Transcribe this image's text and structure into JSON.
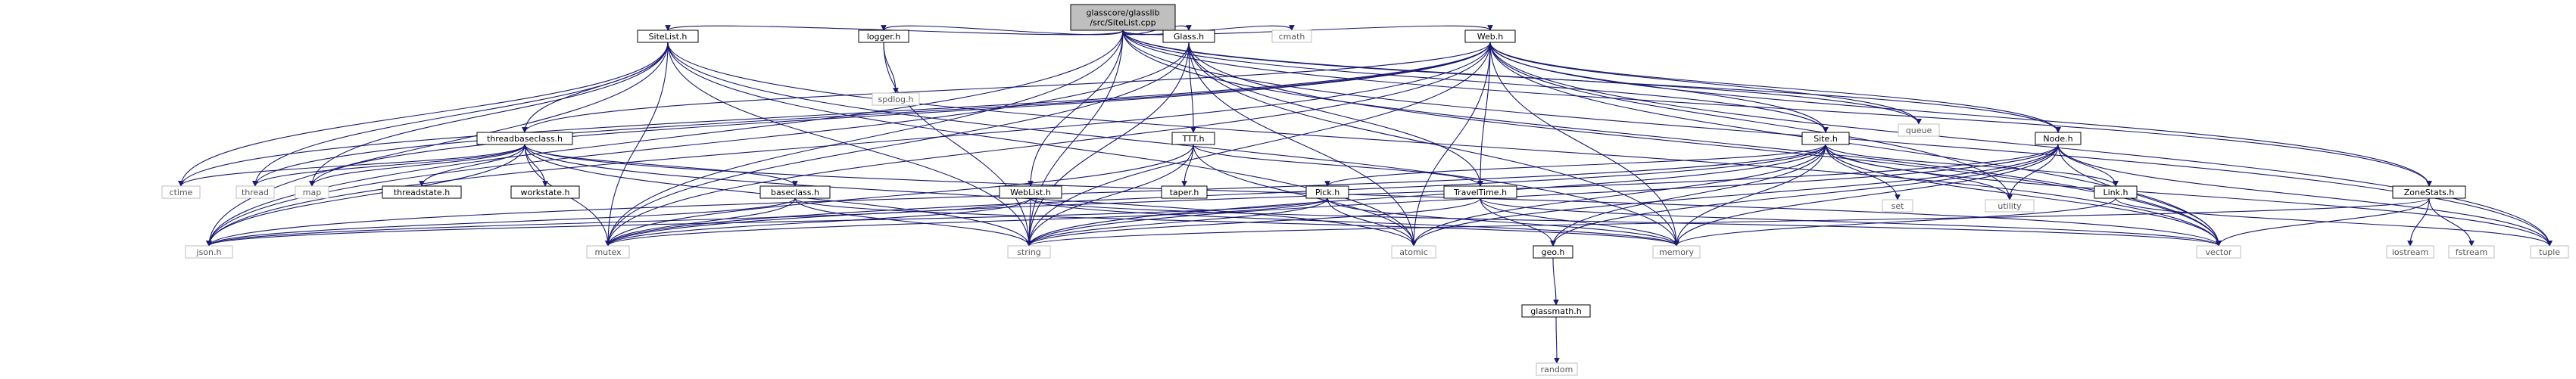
{
  "diagram": {
    "type": "include-dependency-graph",
    "nodes": [
      {
        "id": "root",
        "lines": [
          "glasscore/glasslib",
          "/src/SiteList.cpp"
        ],
        "kind": "root"
      },
      {
        "id": "sitelist_h",
        "lines": [
          "SiteList.h"
        ],
        "kind": "local"
      },
      {
        "id": "logger_h",
        "lines": [
          "logger.h"
        ],
        "kind": "local"
      },
      {
        "id": "glass_h",
        "lines": [
          "Glass.h"
        ],
        "kind": "local"
      },
      {
        "id": "cmath",
        "lines": [
          "cmath"
        ],
        "kind": "system"
      },
      {
        "id": "web_h",
        "lines": [
          "Web.h"
        ],
        "kind": "local"
      },
      {
        "id": "spdlog_h",
        "lines": [
          "spdlog.h"
        ],
        "kind": "system"
      },
      {
        "id": "threadbaseclass_h",
        "lines": [
          "threadbaseclass.h"
        ],
        "kind": "local"
      },
      {
        "id": "ttt_h",
        "lines": [
          "TTT.h"
        ],
        "kind": "local"
      },
      {
        "id": "queue",
        "lines": [
          "queue"
        ],
        "kind": "system"
      },
      {
        "id": "site_h",
        "lines": [
          "Site.h"
        ],
        "kind": "local"
      },
      {
        "id": "node_h",
        "lines": [
          "Node.h"
        ],
        "kind": "local"
      },
      {
        "id": "ctime",
        "lines": [
          "ctime"
        ],
        "kind": "system"
      },
      {
        "id": "thread",
        "lines": [
          "thread"
        ],
        "kind": "system"
      },
      {
        "id": "map",
        "lines": [
          "map"
        ],
        "kind": "system"
      },
      {
        "id": "threadstate_h",
        "lines": [
          "threadstate.h"
        ],
        "kind": "local"
      },
      {
        "id": "workstate_h",
        "lines": [
          "workstate.h"
        ],
        "kind": "local"
      },
      {
        "id": "baseclass_h",
        "lines": [
          "baseclass.h"
        ],
        "kind": "local"
      },
      {
        "id": "weblist_h",
        "lines": [
          "WebList.h"
        ],
        "kind": "local"
      },
      {
        "id": "taper_h",
        "lines": [
          "taper.h"
        ],
        "kind": "local"
      },
      {
        "id": "pick_h",
        "lines": [
          "Pick.h"
        ],
        "kind": "local"
      },
      {
        "id": "traveltime_h",
        "lines": [
          "TravelTime.h"
        ],
        "kind": "local"
      },
      {
        "id": "set",
        "lines": [
          "set"
        ],
        "kind": "system"
      },
      {
        "id": "utility",
        "lines": [
          "utility"
        ],
        "kind": "system"
      },
      {
        "id": "link_h",
        "lines": [
          "Link.h"
        ],
        "kind": "local"
      },
      {
        "id": "zonestats_h",
        "lines": [
          "ZoneStats.h"
        ],
        "kind": "local"
      },
      {
        "id": "json_h",
        "lines": [
          "json.h"
        ],
        "kind": "system"
      },
      {
        "id": "mutex",
        "lines": [
          "mutex"
        ],
        "kind": "system"
      },
      {
        "id": "string",
        "lines": [
          "string"
        ],
        "kind": "system"
      },
      {
        "id": "atomic",
        "lines": [
          "atomic"
        ],
        "kind": "system"
      },
      {
        "id": "geo_h",
        "lines": [
          "geo.h"
        ],
        "kind": "local"
      },
      {
        "id": "memory",
        "lines": [
          "memory"
        ],
        "kind": "system"
      },
      {
        "id": "vector",
        "lines": [
          "vector"
        ],
        "kind": "system"
      },
      {
        "id": "iostream",
        "lines": [
          "iostream"
        ],
        "kind": "system"
      },
      {
        "id": "fstream",
        "lines": [
          "fstream"
        ],
        "kind": "system"
      },
      {
        "id": "tuple",
        "lines": [
          "tuple"
        ],
        "kind": "system"
      },
      {
        "id": "glassmath_h",
        "lines": [
          "glassmath.h"
        ],
        "kind": "local"
      },
      {
        "id": "random",
        "lines": [
          "random"
        ],
        "kind": "system"
      }
    ],
    "edges": [
      [
        "root",
        "sitelist_h"
      ],
      [
        "root",
        "logger_h"
      ],
      [
        "root",
        "glass_h"
      ],
      [
        "root",
        "cmath"
      ],
      [
        "root",
        "web_h"
      ],
      [
        "root",
        "site_h"
      ],
      [
        "root",
        "node_h"
      ],
      [
        "root",
        "zonestats_h"
      ],
      [
        "root",
        "weblist_h"
      ],
      [
        "root",
        "string"
      ],
      [
        "root",
        "json_h"
      ],
      [
        "root",
        "mutex"
      ],
      [
        "root",
        "vector"
      ],
      [
        "root",
        "tuple"
      ],
      [
        "root",
        "queue"
      ],
      [
        "sitelist_h",
        "threadbaseclass_h"
      ],
      [
        "sitelist_h",
        "json_h"
      ],
      [
        "sitelist_h",
        "string"
      ],
      [
        "sitelist_h",
        "map"
      ],
      [
        "sitelist_h",
        "thread"
      ],
      [
        "sitelist_h",
        "mutex"
      ],
      [
        "sitelist_h",
        "memory"
      ],
      [
        "sitelist_h",
        "ctime"
      ],
      [
        "sitelist_h",
        "atomic"
      ],
      [
        "sitelist_h",
        "vector"
      ],
      [
        "logger_h",
        "spdlog_h"
      ],
      [
        "logger_h",
        "string"
      ],
      [
        "glass_h",
        "json_h"
      ],
      [
        "glass_h",
        "ttt_h"
      ],
      [
        "glass_h",
        "traveltime_h"
      ],
      [
        "glass_h",
        "string"
      ],
      [
        "glass_h",
        "memory"
      ],
      [
        "glass_h",
        "atomic"
      ],
      [
        "glass_h",
        "vector"
      ],
      [
        "glass_h",
        "mutex"
      ],
      [
        "web_h",
        "threadbaseclass_h"
      ],
      [
        "web_h",
        "traveltime_h"
      ],
      [
        "web_h",
        "json_h"
      ],
      [
        "web_h",
        "string"
      ],
      [
        "web_h",
        "map"
      ],
      [
        "web_h",
        "thread"
      ],
      [
        "web_h",
        "mutex"
      ],
      [
        "web_h",
        "queue"
      ],
      [
        "web_h",
        "memory"
      ],
      [
        "web_h",
        "atomic"
      ],
      [
        "web_h",
        "vector"
      ],
      [
        "web_h",
        "ctime"
      ],
      [
        "web_h",
        "utility"
      ],
      [
        "web_h",
        "tuple"
      ],
      [
        "web_h",
        "site_h"
      ],
      [
        "web_h",
        "node_h"
      ],
      [
        "web_h",
        "zonestats_h"
      ],
      [
        "threadbaseclass_h",
        "threadstate_h"
      ],
      [
        "threadbaseclass_h",
        "workstate_h"
      ],
      [
        "threadbaseclass_h",
        "baseclass_h"
      ],
      [
        "threadbaseclass_h",
        "json_h"
      ],
      [
        "threadbaseclass_h",
        "thread"
      ],
      [
        "threadbaseclass_h",
        "mutex"
      ],
      [
        "threadbaseclass_h",
        "ctime"
      ],
      [
        "threadbaseclass_h",
        "map"
      ],
      [
        "threadbaseclass_h",
        "atomic"
      ],
      [
        "threadbaseclass_h",
        "string"
      ],
      [
        "threadbaseclass_h",
        "vector"
      ],
      [
        "baseclass_h",
        "json_h"
      ],
      [
        "baseclass_h",
        "mutex"
      ],
      [
        "baseclass_h",
        "memory"
      ],
      [
        "baseclass_h",
        "string"
      ],
      [
        "ttt_h",
        "taper_h"
      ],
      [
        "ttt_h",
        "traveltime_h"
      ],
      [
        "ttt_h",
        "string"
      ],
      [
        "ttt_h",
        "mutex"
      ],
      [
        "ttt_h",
        "atomic"
      ],
      [
        "traveltime_h",
        "geo_h"
      ],
      [
        "traveltime_h",
        "string"
      ],
      [
        "traveltime_h",
        "vector"
      ],
      [
        "traveltime_h",
        "memory"
      ],
      [
        "site_h",
        "json_h"
      ],
      [
        "site_h",
        "geo_h"
      ],
      [
        "site_h",
        "string"
      ],
      [
        "site_h",
        "memory"
      ],
      [
        "site_h",
        "mutex"
      ],
      [
        "site_h",
        "atomic"
      ],
      [
        "site_h",
        "set"
      ],
      [
        "site_h",
        "utility"
      ],
      [
        "site_h",
        "vector"
      ],
      [
        "site_h",
        "pick_h"
      ],
      [
        "site_h",
        "link_h"
      ],
      [
        "site_h",
        "tuple"
      ],
      [
        "node_h",
        "link_h"
      ],
      [
        "node_h",
        "geo_h"
      ],
      [
        "node_h",
        "string"
      ],
      [
        "node_h",
        "memory"
      ],
      [
        "node_h",
        "mutex"
      ],
      [
        "node_h",
        "atomic"
      ],
      [
        "node_h",
        "utility"
      ],
      [
        "node_h",
        "vector"
      ],
      [
        "node_h",
        "tuple"
      ],
      [
        "weblist_h",
        "json_h"
      ],
      [
        "weblist_h",
        "string"
      ],
      [
        "weblist_h",
        "memory"
      ],
      [
        "weblist_h",
        "mutex"
      ],
      [
        "weblist_h",
        "vector"
      ],
      [
        "pick_h",
        "json_h"
      ],
      [
        "pick_h",
        "string"
      ],
      [
        "pick_h",
        "memory"
      ],
      [
        "pick_h",
        "mutex"
      ],
      [
        "pick_h",
        "atomic"
      ],
      [
        "link_h",
        "memory"
      ],
      [
        "link_h",
        "tuple"
      ],
      [
        "zonestats_h",
        "iostream"
      ],
      [
        "zonestats_h",
        "fstream"
      ],
      [
        "zonestats_h",
        "vector"
      ],
      [
        "zonestats_h",
        "string"
      ],
      [
        "geo_h",
        "glassmath_h"
      ],
      [
        "glassmath_h",
        "random"
      ]
    ]
  }
}
